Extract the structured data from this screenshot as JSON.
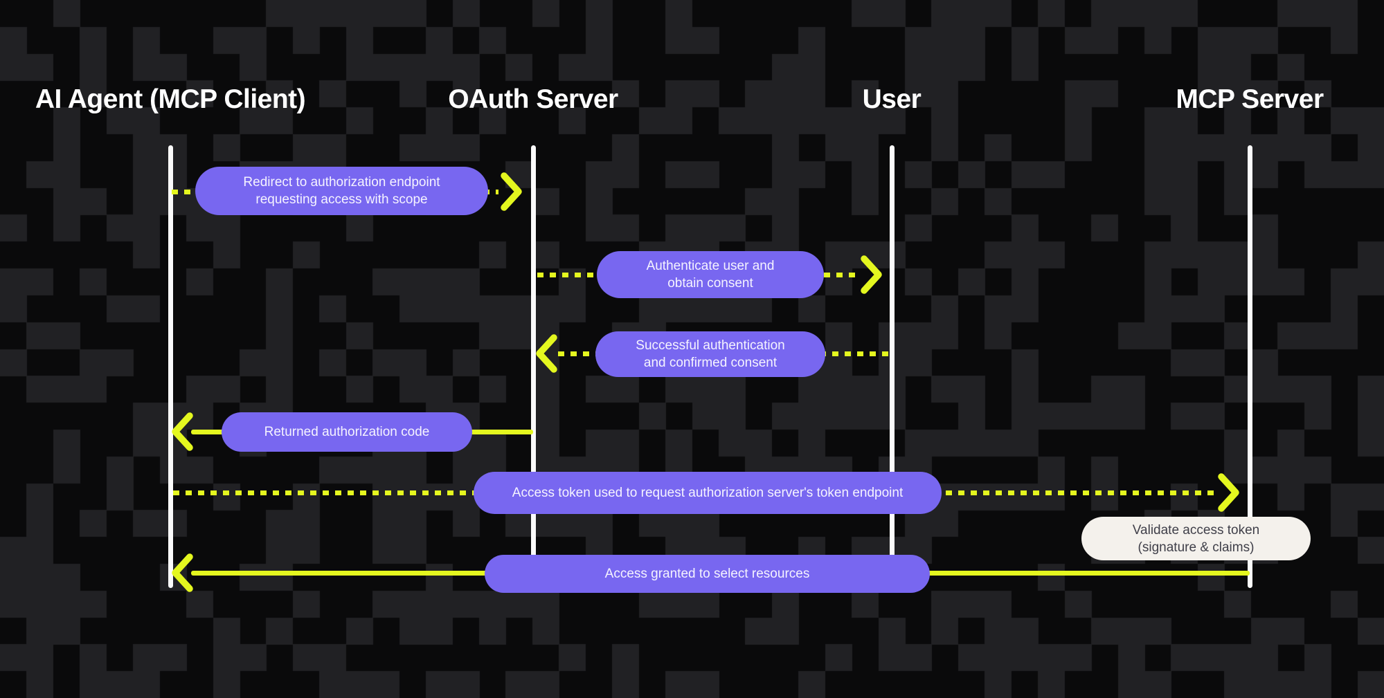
{
  "colors": {
    "background": "#0a0a0b",
    "tile": "#212124",
    "lifeline": "#fbfbfb",
    "purple": "#7867f0",
    "yellow": "#e4f71f",
    "note_bg": "#f4f1ec",
    "note_text": "#3f3f49"
  },
  "actors": [
    {
      "label": "AI Agent (MCP Client)"
    },
    {
      "label": "OAuth Server"
    },
    {
      "label": "User"
    },
    {
      "label": "MCP Server"
    }
  ],
  "messages": [
    {
      "label": "Redirect to authorization endpoint\nrequesting access with scope",
      "from": "AI Agent (MCP Client)",
      "to": "OAuth Server",
      "line": "dotted",
      "direction": "right"
    },
    {
      "label": "Authenticate user and\nobtain consent",
      "from": "OAuth Server",
      "to": "User",
      "line": "dotted",
      "direction": "right"
    },
    {
      "label": "Successful authentication\nand confirmed consent",
      "from": "User",
      "to": "OAuth Server",
      "line": "dotted",
      "direction": "left"
    },
    {
      "label": "Returned authorization code",
      "from": "OAuth Server",
      "to": "AI Agent (MCP Client)",
      "line": "solid",
      "direction": "left"
    },
    {
      "label": "Access token used to request authorization server's token endpoint",
      "from": "AI Agent (MCP Client)",
      "to": "MCP Server",
      "line": "dotted",
      "direction": "right"
    },
    {
      "label": "Access granted to select resources",
      "from": "MCP Server",
      "to": "AI Agent (MCP Client)",
      "line": "solid",
      "direction": "left"
    }
  ],
  "note": {
    "label": "Validate access token\n(signature & claims)",
    "actor": "MCP Server"
  }
}
